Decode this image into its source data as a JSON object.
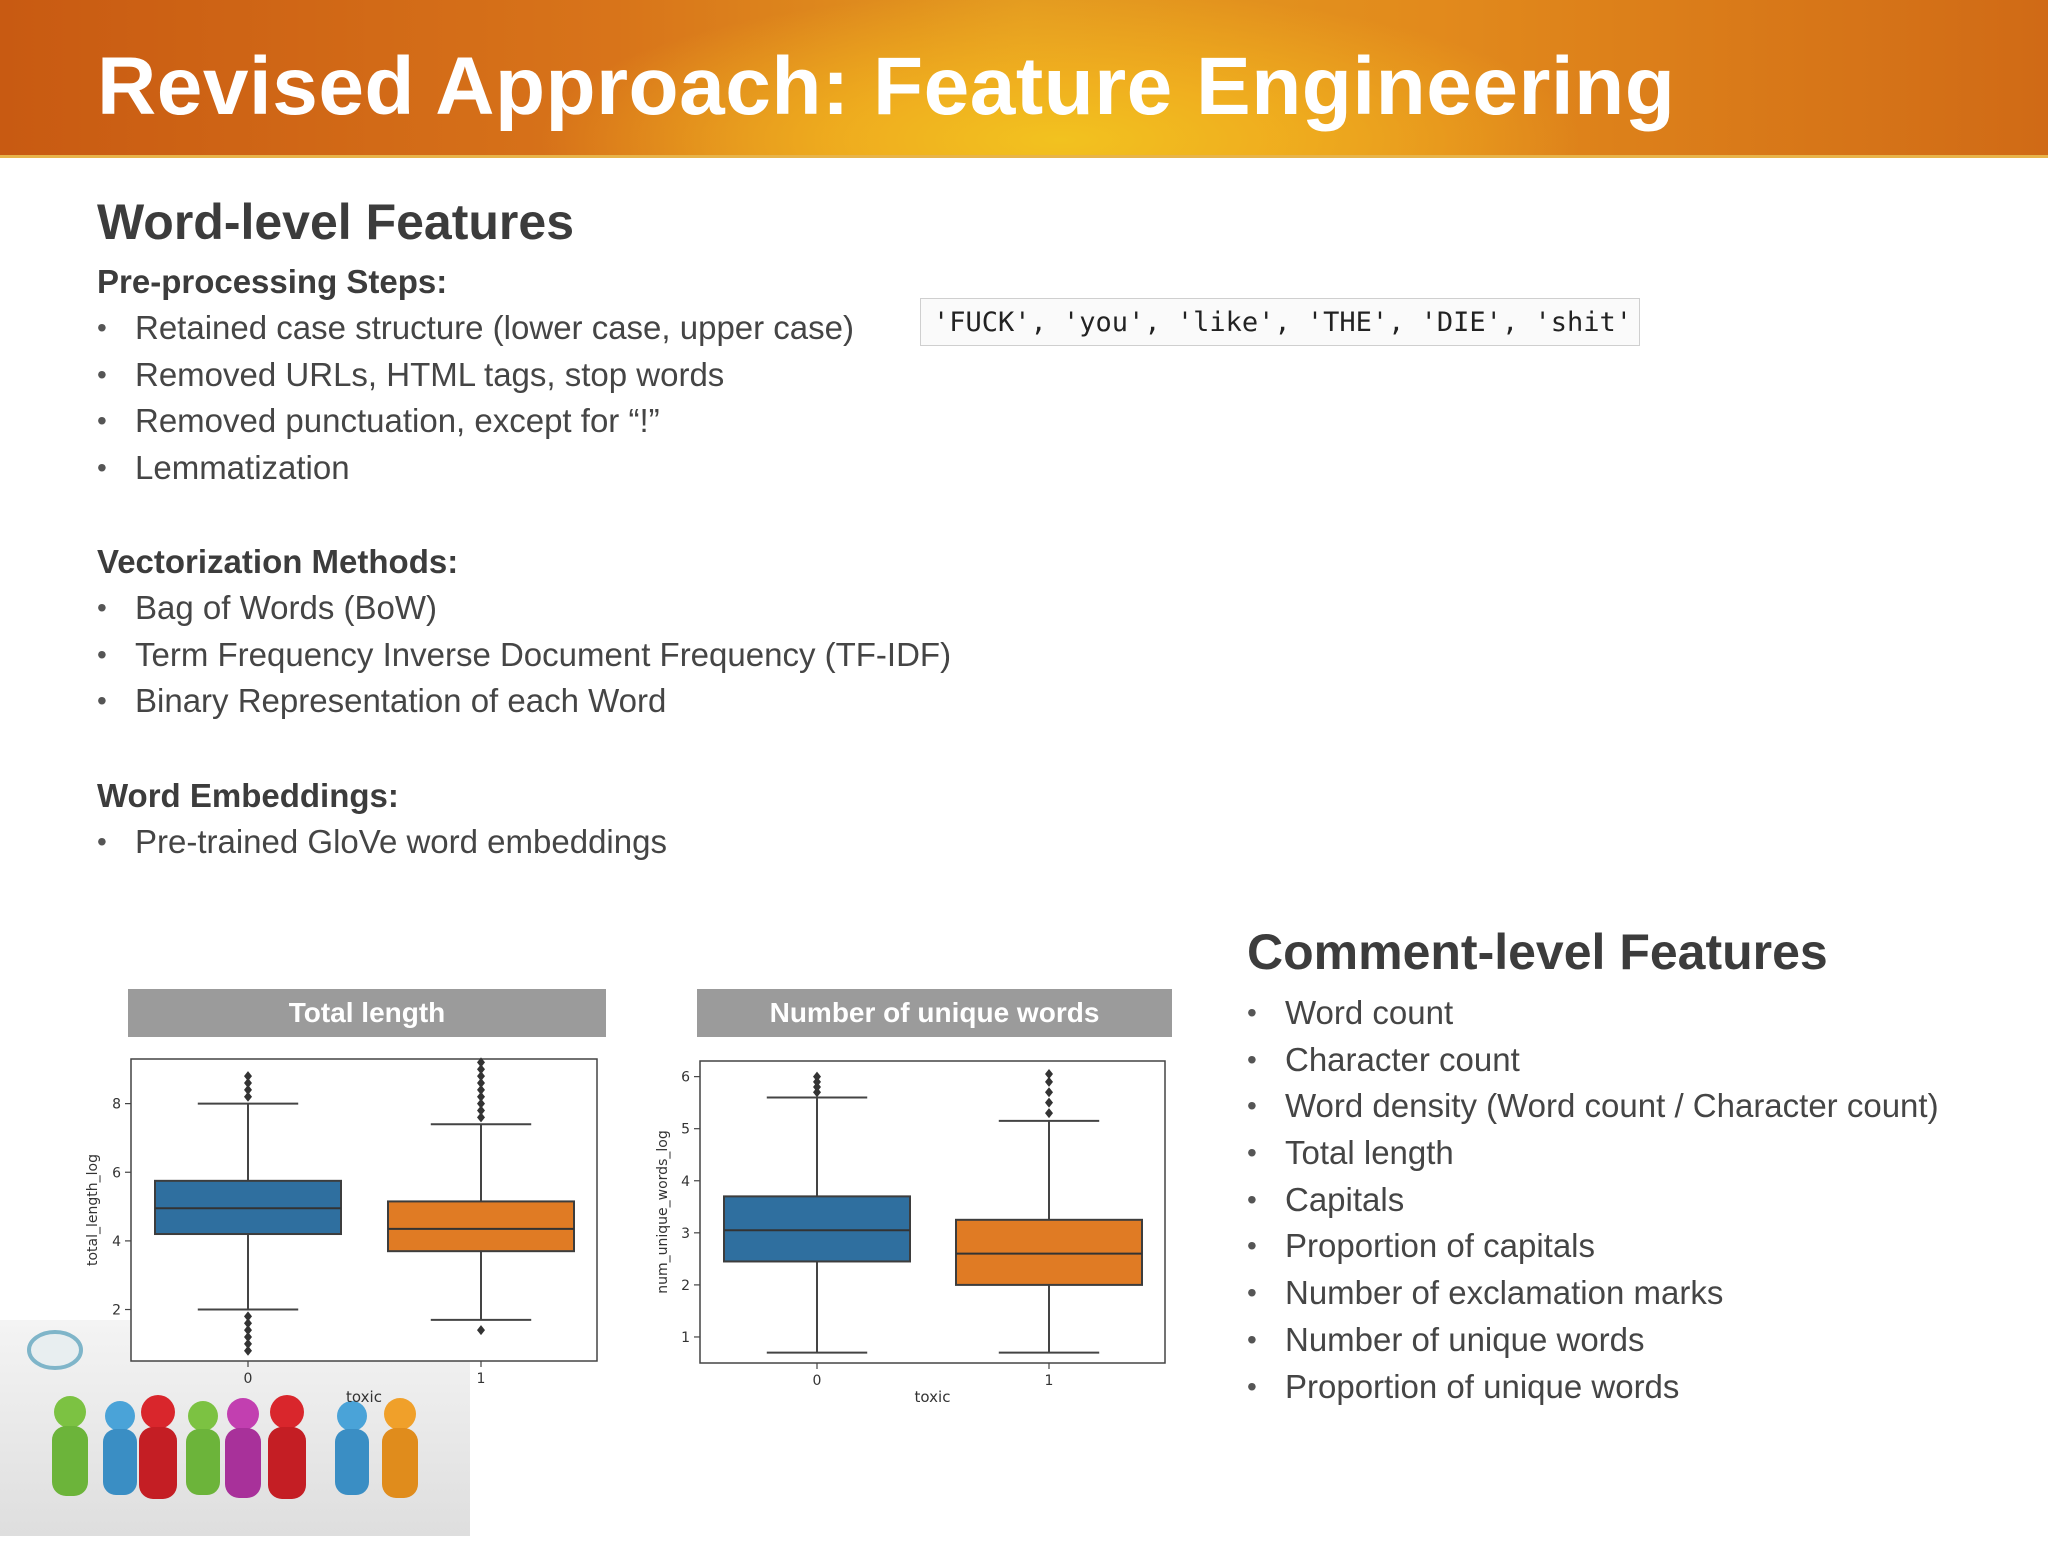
{
  "slide": {
    "title": "Revised Approach: Feature Engineering"
  },
  "word_level": {
    "heading": "Word-level Features",
    "preprocessing": {
      "heading": "Pre-processing Steps:",
      "items": [
        "Retained case structure (lower case, upper case)",
        "Removed URLs, HTML tags, stop words",
        "Removed punctuation, except for “!”",
        "Lemmatization"
      ],
      "code_sample": "'FUCK', 'you', 'like', 'THE', 'DIE', 'shit'"
    },
    "vectorization": {
      "heading": "Vectorization Methods:",
      "items": [
        "Bag of Words (BoW)",
        "Term Frequency Inverse Document Frequency (TF-IDF)",
        "Binary Representation of each Word"
      ]
    },
    "embeddings": {
      "heading": "Word Embeddings:",
      "items": [
        "Pre-trained GloVe word embeddings"
      ]
    }
  },
  "comment_level": {
    "heading": "Comment-level Features",
    "items": [
      "Word count",
      "Character count",
      "Word density (Word count / Character count)",
      "Total length",
      "Capitals",
      "Proportion of capitals",
      "Number of exclamation marks",
      "Number of unique words",
      "Proportion of unique words"
    ]
  },
  "colors": {
    "class0": "#2f6f9f",
    "class1": "#e07b24",
    "plot_header": "#9b9b9b"
  },
  "chart_data": [
    {
      "type": "box",
      "title": "Total length",
      "xlabel": "toxic",
      "ylabel": "total_length_log",
      "categories": [
        "0",
        "1"
      ],
      "yticks": [
        2,
        4,
        6,
        8
      ],
      "ylim": [
        0.5,
        9.3
      ],
      "boxes": [
        {
          "category": "0",
          "whisker_low": 2.0,
          "q1": 4.2,
          "median": 4.95,
          "q3": 5.75,
          "whisker_high": 8.0,
          "outliers_low": [
            0.8,
            1.0,
            1.2,
            1.4,
            1.6,
            1.8
          ],
          "outliers_high": [
            8.2,
            8.4,
            8.6,
            8.8
          ]
        },
        {
          "category": "1",
          "whisker_low": 1.7,
          "q1": 3.7,
          "median": 4.35,
          "q3": 5.15,
          "whisker_high": 7.4,
          "outliers_low": [
            1.4
          ],
          "outliers_high": [
            7.6,
            7.8,
            8.0,
            8.2,
            8.4,
            8.6,
            8.8,
            9.0,
            9.2
          ]
        }
      ]
    },
    {
      "type": "box",
      "title": "Number of unique words",
      "xlabel": "toxic",
      "ylabel": "num_unique_words_log",
      "categories": [
        "0",
        "1"
      ],
      "yticks": [
        1,
        2,
        3,
        4,
        5,
        6
      ],
      "ylim": [
        0.5,
        6.3
      ],
      "boxes": [
        {
          "category": "0",
          "whisker_low": 0.7,
          "q1": 2.45,
          "median": 3.05,
          "q3": 3.7,
          "whisker_high": 5.6,
          "outliers_low": [],
          "outliers_high": [
            5.7,
            5.8,
            5.9,
            6.0
          ]
        },
        {
          "category": "1",
          "whisker_low": 0.7,
          "q1": 2.0,
          "median": 2.6,
          "q3": 3.25,
          "whisker_high": 5.15,
          "outliers_low": [],
          "outliers_high": [
            5.3,
            5.5,
            5.7,
            5.9,
            6.05
          ]
        }
      ]
    }
  ]
}
